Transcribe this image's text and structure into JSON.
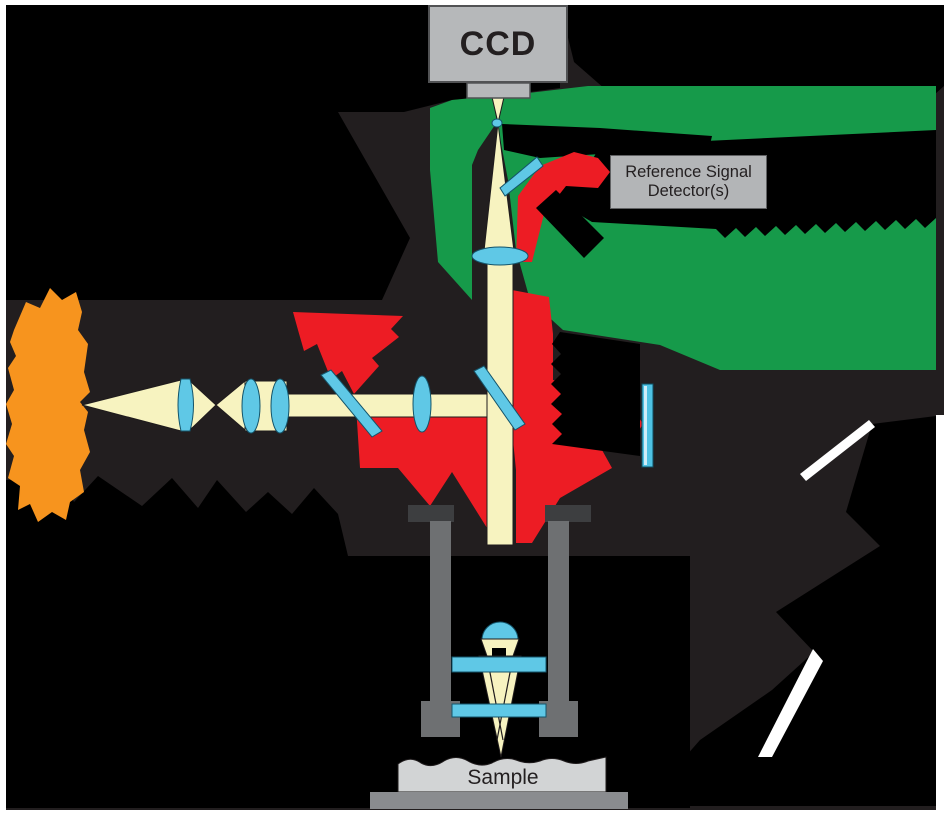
{
  "diagram": {
    "title": "Optical system diagram with CCD camera, reference signal detectors, interferometer beam paths and sample stage",
    "labels": {
      "ccd": "CCD",
      "reference_detector_line1": "Reference Signal",
      "reference_detector_line2": "Detector(s)",
      "sample": "Sample"
    },
    "palette": {
      "canvas_white": "#ffffff",
      "ink_blob_dark": "#221e1f",
      "ink_blob_black": "#000000",
      "signal_green": "#169a4a",
      "reference_red": "#ed1c24",
      "source_orange": "#f7941e",
      "beam_yellow": "#f7f3c0",
      "optic_cyan": "#5fc8e6",
      "device_gray": "#b6b8ba",
      "stage_gray": "#8a8c8f",
      "mount_dark_gray": "#3d3e40",
      "post_gray": "#6e7072"
    },
    "components": [
      "light-source",
      "collimating-lens",
      "relay-lens-pair",
      "beamsplitter-1",
      "focusing-lens",
      "beamsplitter-2",
      "pickoff-beamsplitter",
      "tube-lens",
      "ccd-camera",
      "reference-signal-detector-box",
      "reference-mirror",
      "objective-assembly",
      "sample",
      "sample-stage"
    ]
  }
}
